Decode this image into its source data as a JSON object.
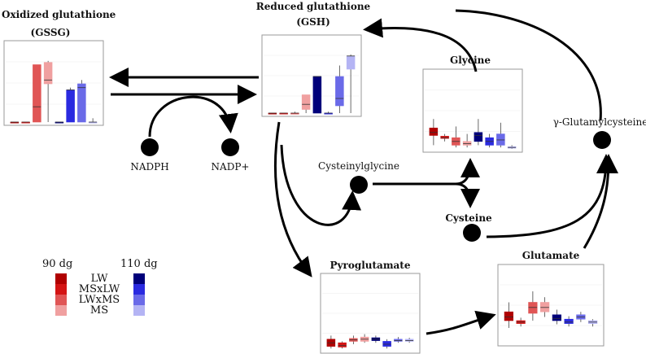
{
  "metabolites": {
    "gssg": {
      "title_line1": "Oxidized glutathione",
      "title_line2": "(GSSG)"
    },
    "gsh": {
      "title_line1": "Reduced glutathione",
      "title_line2": "(GSH)"
    },
    "glycine": {
      "title": "Glycine"
    },
    "pyroglutamate": {
      "title": "Pyroglutamate"
    },
    "glutamate": {
      "title": "Glutamate"
    },
    "cysteine": {
      "title": "Cysteine"
    }
  },
  "nodes": {
    "nadph": "NADPH",
    "nadp": "NADP+",
    "cysteinylglycine": "Cysteinylglycine",
    "glutamylcysteine": "γ-Glutamylcysteine"
  },
  "legend": {
    "temp_90": "90 dg",
    "temp_110": "110 dg",
    "groups": [
      "LW",
      "MSxLW",
      "LWxMS",
      "MS"
    ],
    "colors_90": [
      "#b00000",
      "#d41414",
      "#e05555",
      "#f0a0a0"
    ],
    "colors_110": [
      "#00007a",
      "#2a2ae0",
      "#6a6ae8",
      "#b4b4f4"
    ]
  },
  "chart_data": [
    {
      "type": "boxplot",
      "title": "Oxidized glutathione (GSSG)",
      "groups": [
        "90 dg LW",
        "90 dg MSxLW",
        "90 dg LWxMS",
        "90 dg MS",
        "110 dg LW",
        "110 dg MSxLW",
        "110 dg LWxMS",
        "110 dg MS"
      ],
      "boxes": [
        [
          0,
          0,
          0,
          0,
          0
        ],
        [
          0,
          0,
          0,
          0,
          0
        ],
        [
          0,
          0,
          0.2,
          0.75,
          0.75
        ],
        [
          0,
          0.5,
          0.55,
          0.78,
          0.8
        ],
        [
          0,
          0,
          0,
          0,
          0
        ],
        [
          0,
          0,
          0.42,
          0.42,
          0.45
        ],
        [
          0,
          0,
          0.45,
          0.5,
          0.55
        ],
        [
          0,
          0,
          0,
          0,
          0.05
        ]
      ],
      "outliers": [
        [],
        [],
        [],
        [],
        [],
        [],
        [],
        []
      ]
    },
    {
      "type": "boxplot",
      "title": "Reduced glutathione (GSH)",
      "groups": [
        "90 dg LW",
        "90 dg MSxLW",
        "90 dg LWxMS",
        "90 dg MS",
        "110 dg LW",
        "110 dg MSxLW",
        "110 dg LWxMS",
        "110 dg MS"
      ],
      "boxes": [
        [
          0,
          0,
          0,
          0,
          0
        ],
        [
          0,
          0,
          0,
          0,
          0
        ],
        [
          0,
          0,
          0,
          0,
          0.02
        ],
        [
          0,
          0.05,
          0.12,
          0.25,
          0.25
        ],
        [
          0,
          0,
          0.5,
          0.5,
          0.5
        ],
        [
          0,
          0,
          0,
          0,
          0.02
        ],
        [
          0,
          0.1,
          0.2,
          0.5,
          0.65
        ],
        [
          0,
          0.6,
          0.78,
          0.78,
          0.8
        ]
      ],
      "outliers": [
        [],
        [],
        [],
        [],
        [],
        [],
        [],
        []
      ]
    },
    {
      "type": "boxplot",
      "title": "Glycine",
      "groups": [
        "90 dg LW",
        "90 dg MSxLW",
        "90 dg LWxMS",
        "90 dg MS",
        "110 dg LW",
        "110 dg MSxLW",
        "110 dg LWxMS",
        "110 dg MS"
      ],
      "boxes": [
        [
          0.05,
          0.18,
          0.22,
          0.28,
          0.4
        ],
        [
          0.1,
          0.14,
          0.15,
          0.17,
          0.2
        ],
        [
          0.02,
          0.05,
          0.1,
          0.15,
          0.3
        ],
        [
          0.02,
          0.05,
          0.07,
          0.1,
          0.2
        ],
        [
          0.05,
          0.1,
          0.18,
          0.22,
          0.4
        ],
        [
          0.02,
          0.05,
          0.1,
          0.15,
          0.2
        ],
        [
          0.02,
          0.05,
          0.12,
          0.2,
          0.35
        ],
        [
          0,
          0.01,
          0.02,
          0.03,
          0.05
        ]
      ],
      "outliers": [
        [],
        [],
        [],
        [],
        [],
        [],
        [],
        []
      ]
    },
    {
      "type": "boxplot",
      "title": "Pyroglutamate",
      "groups": [
        "90 dg LW",
        "90 dg MSxLW",
        "90 dg LWxMS",
        "90 dg MS",
        "110 dg LW",
        "110 dg MSxLW",
        "110 dg LWxMS",
        "110 dg MS"
      ],
      "boxes": [
        [
          0.02,
          0.05,
          0.1,
          0.15,
          0.2
        ],
        [
          0.02,
          0.04,
          0.06,
          0.1,
          0.12
        ],
        [
          0.08,
          0.12,
          0.14,
          0.16,
          0.2
        ],
        [
          0.1,
          0.12,
          0.15,
          0.18,
          0.22
        ],
        [
          0.1,
          0.13,
          0.15,
          0.17,
          0.2
        ],
        [
          0.02,
          0.05,
          0.08,
          0.12,
          0.15
        ],
        [
          0.1,
          0.12,
          0.13,
          0.15,
          0.18
        ],
        [
          0.1,
          0.12,
          0.13,
          0.15,
          0.17
        ]
      ],
      "outliers": [
        [],
        [],
        [],
        [],
        [],
        [],
        [],
        []
      ]
    },
    {
      "type": "boxplot",
      "title": "Glutamate",
      "groups": [
        "90 dg LW",
        "90 dg MSxLW",
        "90 dg LWxMS",
        "90 dg MS",
        "110 dg LW",
        "110 dg MSxLW",
        "110 dg LWxMS",
        "110 dg MS"
      ],
      "boxes": [
        [
          0.2,
          0.3,
          0.35,
          0.42,
          0.55
        ],
        [
          0.22,
          0.26,
          0.28,
          0.3,
          0.34
        ],
        [
          0.3,
          0.4,
          0.48,
          0.55,
          0.7
        ],
        [
          0.35,
          0.42,
          0.48,
          0.55,
          0.62
        ],
        [
          0.25,
          0.3,
          0.33,
          0.38,
          0.45
        ],
        [
          0.22,
          0.26,
          0.28,
          0.32,
          0.36
        ],
        [
          0.28,
          0.32,
          0.35,
          0.38,
          0.42
        ],
        [
          0.22,
          0.26,
          0.28,
          0.3,
          0.32
        ]
      ],
      "outliers": [
        [],
        [],
        [],
        [],
        [],
        [],
        [],
        []
      ]
    }
  ]
}
